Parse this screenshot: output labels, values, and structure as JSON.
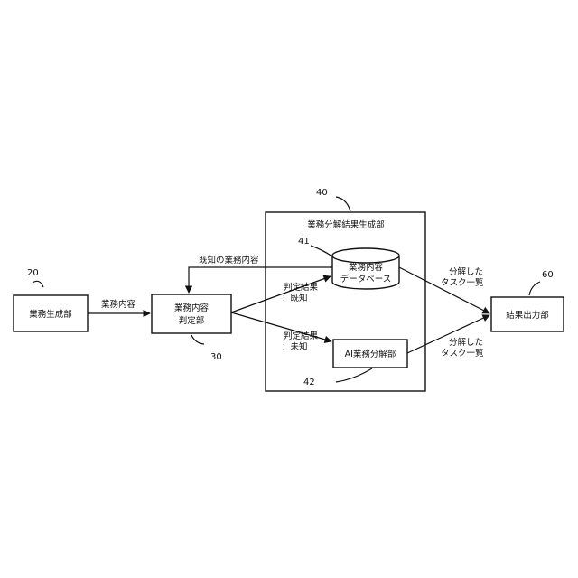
{
  "blocks": {
    "generator": {
      "ref": "20",
      "label": "業務生成部"
    },
    "judge": {
      "ref": "30",
      "line1": "業務内容",
      "line2": "判定部"
    },
    "result_generator": {
      "ref": "40",
      "label": "業務分解結果生成部"
    },
    "database": {
      "ref": "41",
      "line1": "業務内容",
      "line2": "データベース"
    },
    "ai_decomposer": {
      "ref": "42",
      "label": "AI業務分解部"
    },
    "output": {
      "ref": "60",
      "label": "結果出力部"
    }
  },
  "edges": {
    "task_content": "業務内容",
    "known_task_content": "既知の業務内容",
    "judge_known_1": "判定結果",
    "judge_known_2": "：既知",
    "judge_unknown_1": "判定結果",
    "judge_unknown_2": "：未知",
    "db_out_1": "分解した",
    "db_out_2": "タスク一覧",
    "ai_out_1": "分解した",
    "ai_out_2": "タスク一覧"
  }
}
